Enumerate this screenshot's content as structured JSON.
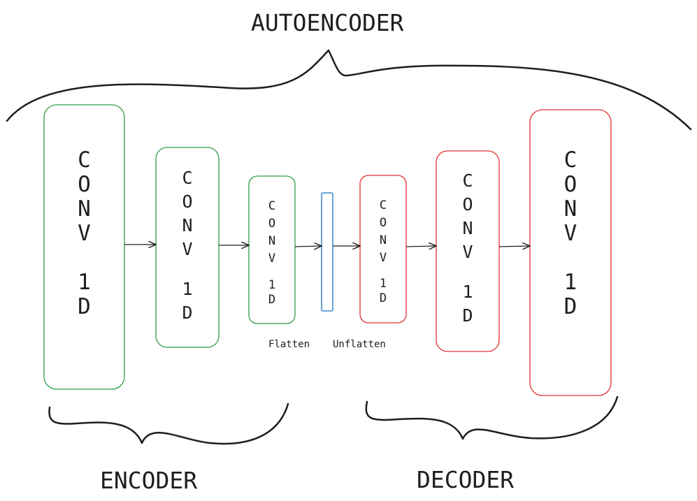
{
  "title": "AUTOENCODER",
  "encoder_label": "ENCODER",
  "decoder_label": "DECODER",
  "flatten_label": "Flatten",
  "unflatten_label": "Unflatten",
  "colors": {
    "encoder": "#2f9e44",
    "decoder": "#e03131",
    "bottleneck": "#1971c2",
    "stroke": "#1e1e1e"
  },
  "layers": [
    {
      "name": "encoder-conv1d-1",
      "line1": "C",
      "line2": "O",
      "line3": "N",
      "line4": "V",
      "line5": "1",
      "line6": "D"
    },
    {
      "name": "encoder-conv1d-2",
      "line1": "C",
      "line2": "O",
      "line3": "N",
      "line4": "V",
      "line5": "1",
      "line6": "D"
    },
    {
      "name": "encoder-conv1d-3",
      "line1": "C",
      "line2": "O",
      "line3": "N",
      "line4": "V",
      "line5": "1",
      "line6": "D"
    },
    {
      "name": "decoder-conv1d-1",
      "line1": "C",
      "line2": "O",
      "line3": "N",
      "line4": "V",
      "line5": "1",
      "line6": "D"
    },
    {
      "name": "decoder-conv1d-2",
      "line1": "C",
      "line2": "O",
      "line3": "N",
      "line4": "V",
      "line5": "1",
      "line6": "D"
    },
    {
      "name": "decoder-conv1d-3",
      "line1": "C",
      "line2": "O",
      "line3": "N",
      "line4": "V",
      "line5": "1",
      "line6": "D"
    }
  ]
}
